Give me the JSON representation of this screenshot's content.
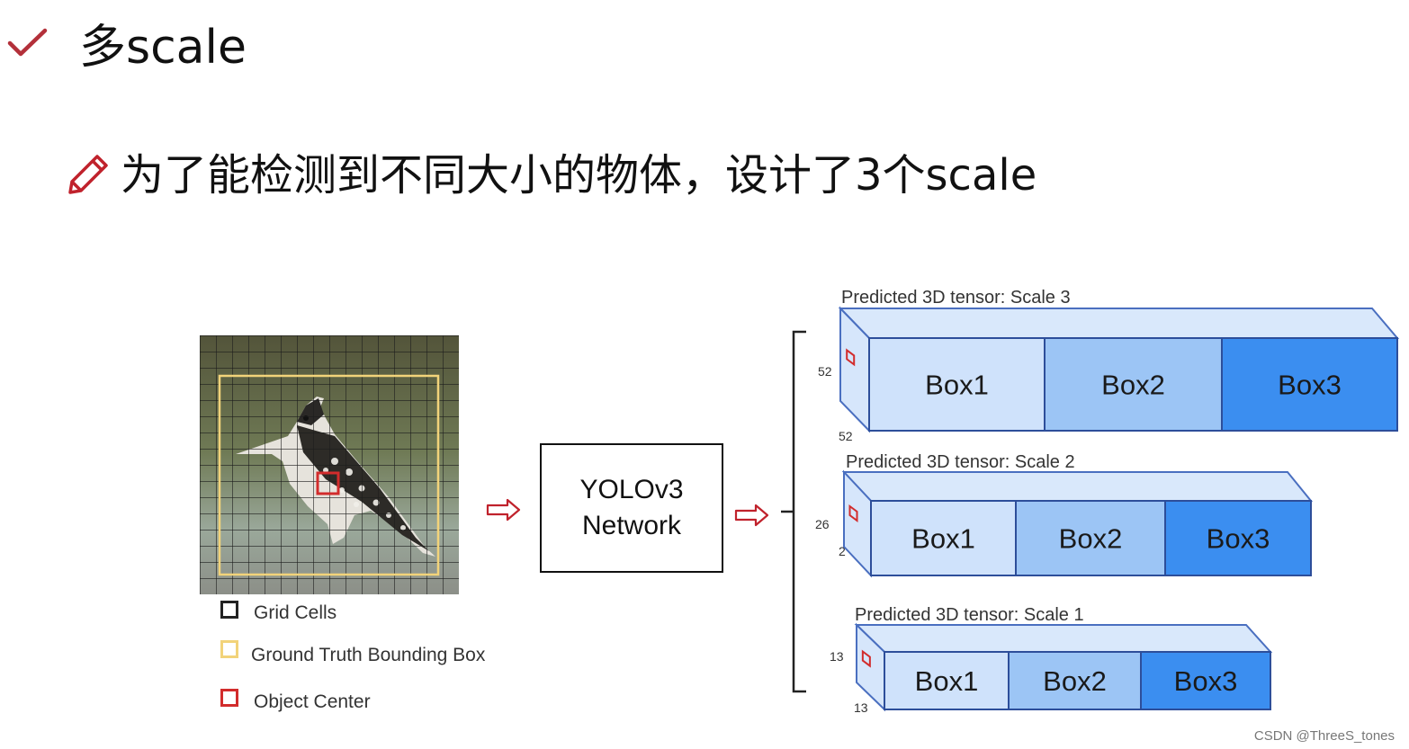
{
  "header": {
    "title": "多scale"
  },
  "bullet": {
    "text": "为了能检测到不同大小的物体，设计了3个scale"
  },
  "legend": [
    {
      "label": "Grid Cells",
      "color": "#222222"
    },
    {
      "label": "Ground Truth Bounding Box",
      "color": "#f2d37a"
    },
    {
      "label": "Object Center",
      "color": "#d22c2c"
    }
  ],
  "network": {
    "line1": "YOLOv3",
    "line2": "Network"
  },
  "tensors": [
    {
      "title": "Predicted 3D tensor: Scale 3",
      "dim_side": "52",
      "dim_bottom": "52",
      "boxes": [
        "Box1",
        "Box2",
        "Box3"
      ]
    },
    {
      "title": "Predicted 3D tensor: Scale 2",
      "dim_side": "26",
      "dim_bottom": "2",
      "boxes": [
        "Box1",
        "Box2",
        "Box3"
      ]
    },
    {
      "title": "Predicted 3D tensor: Scale 1",
      "dim_side": "13",
      "dim_bottom": "13",
      "boxes": [
        "Box1",
        "Box2",
        "Box3"
      ]
    }
  ],
  "colors": {
    "box1": "#cfe2fb",
    "box2": "#9cc5f5",
    "box3": "#3b8ef0",
    "accent_red": "#c0222c",
    "checkmark": "#b3303a"
  },
  "watermark": "CSDN @ThreeS_tones"
}
